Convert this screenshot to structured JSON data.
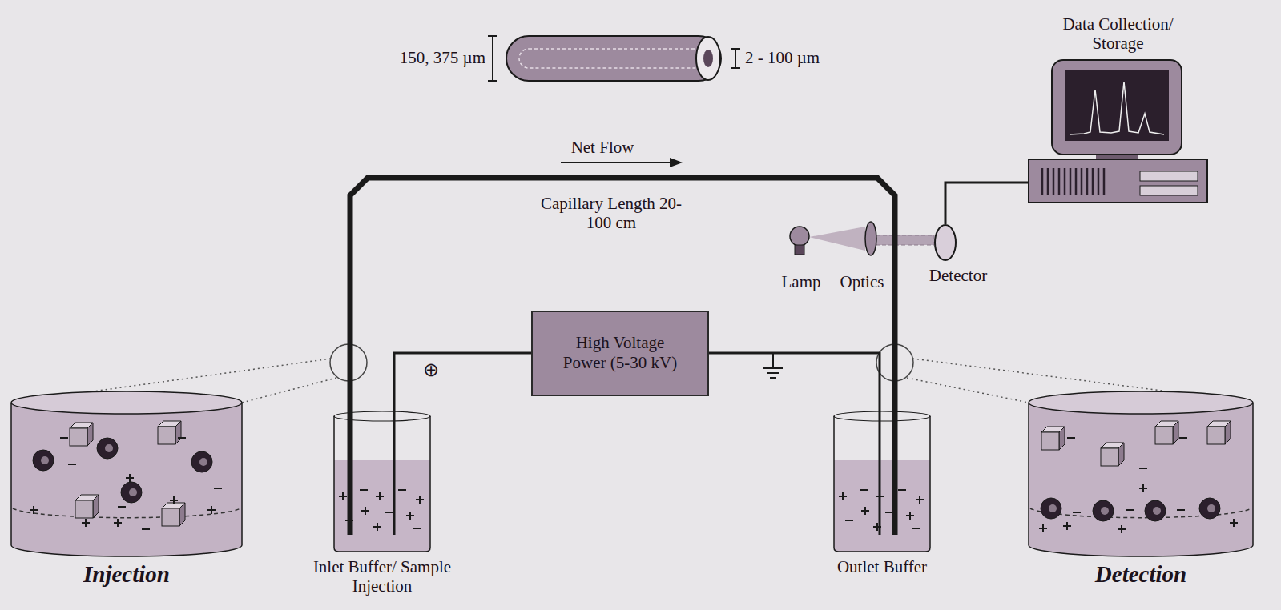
{
  "diagram": {
    "nodes": [
      {
        "text": [
          "Data Collection/ Storage"
        ]
      },
      {
        "text": [
          "Detector"
        ]
      },
      {
        "text": [
          "High Voltage Power (5-30 kV)"
        ]
      },
      {
        "text": [
          "Inlet Buffer/ Sample Injection"
        ]
      },
      {
        "text": [
          "Outlet Buffer"
        ]
      },
      {
        "text": [
          "Injection"
        ]
      },
      {
        "text": [
          "Detection"
        ]
      }
    ],
    "edges": [
      {
        "from": 1,
        "to": 0,
        "arrow": "none"
      },
      {
        "from": 2,
        "to": 3,
        "arrow": "none"
      },
      {
        "from": 2,
        "to": 4,
        "arrow": "none"
      },
      {
        "from": 3,
        "to": 4,
        "arrow": "none"
      }
    ],
    "labels": [
      "150, 375 µm",
      "2 - 100 µm",
      "Net Flow",
      "Capillary Length 20-100 cm",
      "Lamp",
      "Optics",
      "⊕"
    ]
  }
}
